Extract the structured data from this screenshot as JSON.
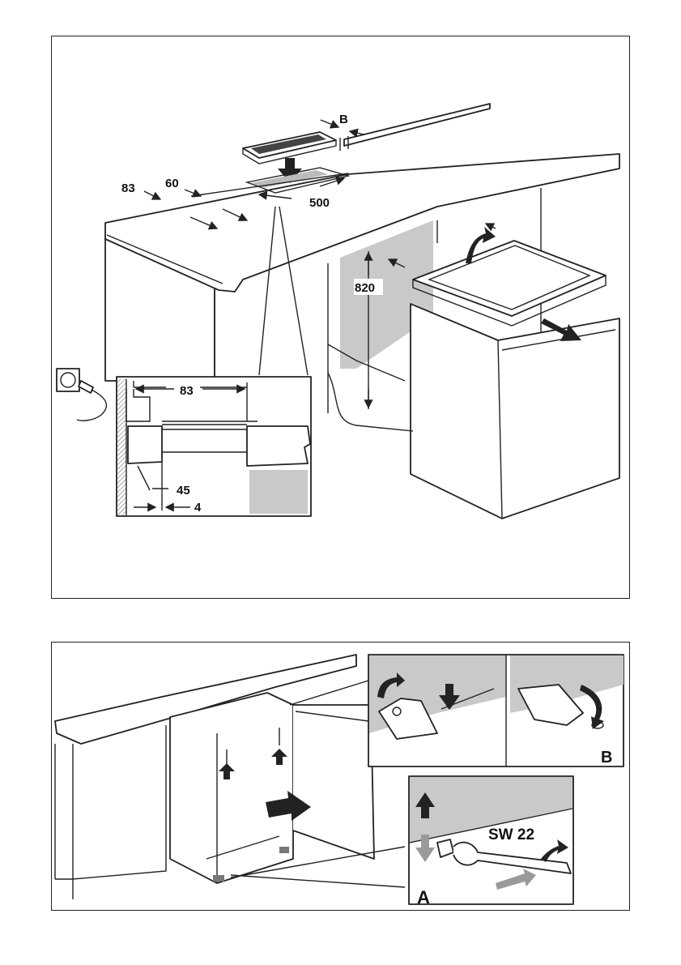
{
  "top_panel": {
    "dimensions": {
      "b_label": "B",
      "d83_top": "83",
      "d60": "60",
      "d500": "500",
      "d820": "820"
    },
    "inset": {
      "d83": "83",
      "d45": "45",
      "d4": "4"
    }
  },
  "bottom_panel": {
    "wrench_label": "SW 22",
    "label_a": "A",
    "label_b": "B"
  },
  "colors": {
    "line": "#222222",
    "shade": "#c9c9c9",
    "arrow_dark": "#222222",
    "arrow_gray": "#9a9a9a"
  }
}
